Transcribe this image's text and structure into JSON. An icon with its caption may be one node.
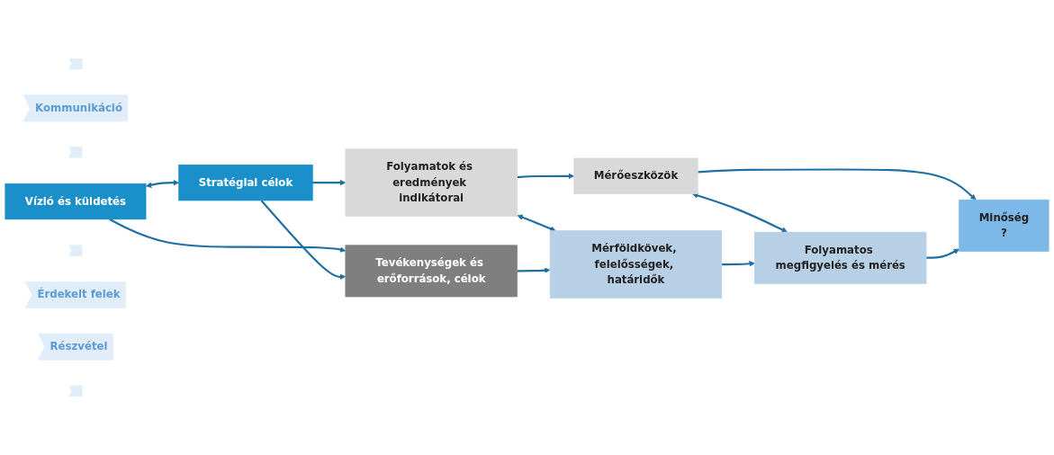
{
  "diagram": {
    "nodes": [
      {
        "text": [],
        "shape": "chevron"
      },
      {
        "text": [
          "Kommunikáció"
        ]
      },
      {
        "text": [],
        "shape": "chevron"
      },
      {
        "text": [
          "Vízió és küldetés"
        ]
      },
      {
        "text": [
          "Stratégiai célok"
        ]
      },
      {
        "text": [
          "Folyamatok és eredmények indikátorai"
        ]
      },
      {
        "text": [
          "Mérőeszközök"
        ]
      },
      {
        "text": [
          "Minőség",
          "?"
        ]
      },
      {
        "text": [
          "Tevékenységek és erőforrások, célok"
        ]
      },
      {
        "text": [
          "Mérföldkövek, felelősségek, határidők"
        ]
      },
      {
        "text": [
          "Folyamatos megfigyelés és mérés"
        ]
      },
      {
        "text": [],
        "shape": "chevron"
      },
      {
        "text": [
          "Érdekelt felek"
        ]
      },
      {
        "text": [
          "Részvétel"
        ]
      },
      {
        "text": [],
        "shape": "chevron"
      }
    ],
    "edges": [
      {
        "from": 3,
        "to": 4,
        "arrow": "both"
      },
      {
        "from": 3,
        "to": 8,
        "arrow": "to"
      },
      {
        "from": 4,
        "to": 8,
        "arrow": "to"
      },
      {
        "from": 4,
        "to": 5,
        "arrow": "to"
      },
      {
        "from": 5,
        "to": 6,
        "arrow": "to"
      },
      {
        "from": 5,
        "to": 9,
        "arrow": "both"
      },
      {
        "from": 6,
        "to": 10,
        "arrow": "both"
      },
      {
        "from": 6,
        "to": 7,
        "arrow": "to"
      },
      {
        "from": 8,
        "to": 9,
        "arrow": "to"
      },
      {
        "from": 9,
        "to": 10,
        "arrow": "to"
      },
      {
        "from": 10,
        "to": 7,
        "arrow": "to"
      }
    ]
  }
}
